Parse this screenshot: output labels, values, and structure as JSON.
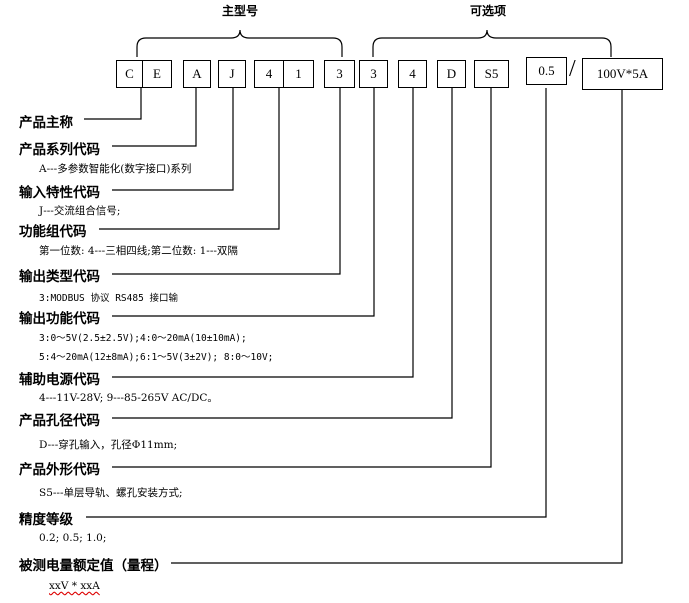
{
  "groups": {
    "main_model": "主型号",
    "options": "可选项"
  },
  "boxes": [
    "C",
    "E",
    "A",
    "J",
    "4",
    "1",
    "3",
    "3",
    "4",
    "D",
    "S5",
    "0.5",
    "100V*5A"
  ],
  "slash": "/",
  "sections": [
    {
      "header": "产品主称",
      "lines": []
    },
    {
      "header": "产品系列代码",
      "lines": [
        "A---多参数智能化(数字接口)系列"
      ]
    },
    {
      "header": "输入特性代码",
      "lines": [
        "J---交流组合信号;"
      ]
    },
    {
      "header": "功能组代码",
      "lines": [
        "第一位数:  4---三相四线;第二位数:  1---双隔"
      ]
    },
    {
      "header": "输出类型代码",
      "lines": [
        "3:MODBUS 协议 RS485 接口输"
      ]
    },
    {
      "header": "输出功能代码",
      "lines": [
        "3:0～5V(2.5±2.5V);4:0～20mA(10±10mA);",
        "5:4～20mA(12±8mA);6:1～5V(3±2V);  8:0～10V;"
      ]
    },
    {
      "header": "辅助电源代码",
      "lines": [
        "4---11V-28V;   9---85-265V AC/DC。"
      ]
    },
    {
      "header": "产品孔径代码",
      "lines": [
        "D---穿孔输入，孔径Φ11mm;"
      ]
    },
    {
      "header": "产品外形代码",
      "lines": [
        "S5---单层导轨、螺孔安装方式;"
      ]
    },
    {
      "header": "精度等级",
      "lines": [
        "0.2;  0.5;  1.0;"
      ]
    },
    {
      "header": "被测电量额定值（量程）",
      "lines": [
        "xxV * xxA"
      ]
    }
  ]
}
